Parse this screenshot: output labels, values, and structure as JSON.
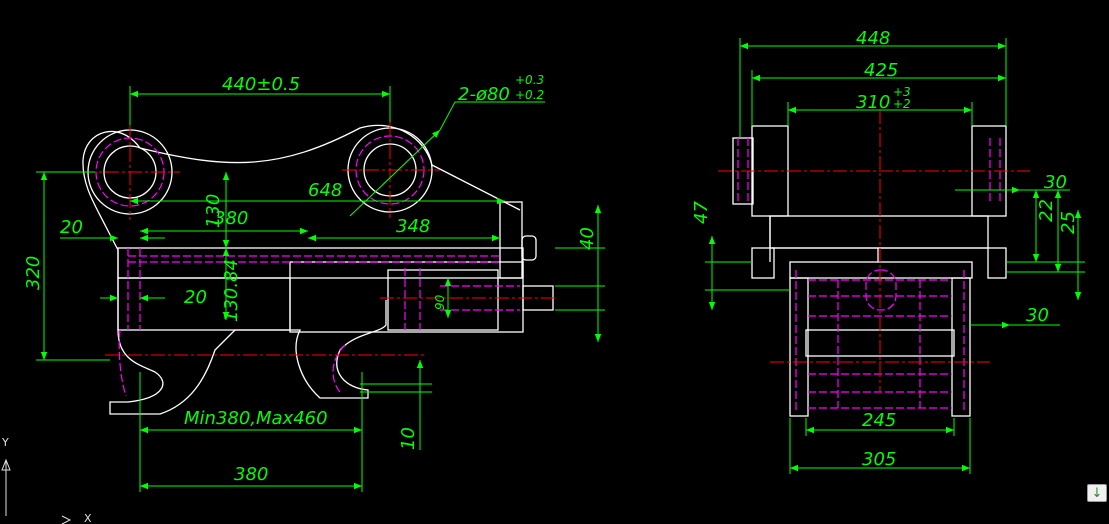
{
  "colors": {
    "background": "#000000",
    "outline": "#ffffff",
    "hidden": "#ff00ff",
    "dimension": "#00ff00",
    "center": "#ff0000"
  },
  "left_view": {
    "dimensions": {
      "top_span": "440±0.5",
      "hole_spec_main": "2-ø80",
      "hole_spec_upper": "+0.3",
      "hole_spec_lower": "+0.2",
      "diagonal": "648",
      "mid_380": "380",
      "mid_348": "348",
      "left_20_top": "20",
      "left_20_bottom": "20",
      "vertical_130": "130",
      "vertical_130_84": "130.84",
      "height_320": "320",
      "right_40": "40",
      "small_90": "90",
      "min_max": "Min380,Max460",
      "bottom_380": "380",
      "bottom_10": "10"
    }
  },
  "right_view": {
    "dimensions": {
      "top_448": "448",
      "top_425": "425",
      "top_310_main": "310",
      "top_310_upper": "+3",
      "top_310_lower": "+2",
      "left_47": "47",
      "right_30_top": "30",
      "right_22": "22",
      "right_25": "25",
      "right_30_bottom": "30",
      "bottom_245": "245",
      "bottom_305": "305"
    }
  },
  "ucs": {
    "y_label": "Y",
    "x_label": "X"
  },
  "scroll_button": {
    "label": "↓"
  }
}
